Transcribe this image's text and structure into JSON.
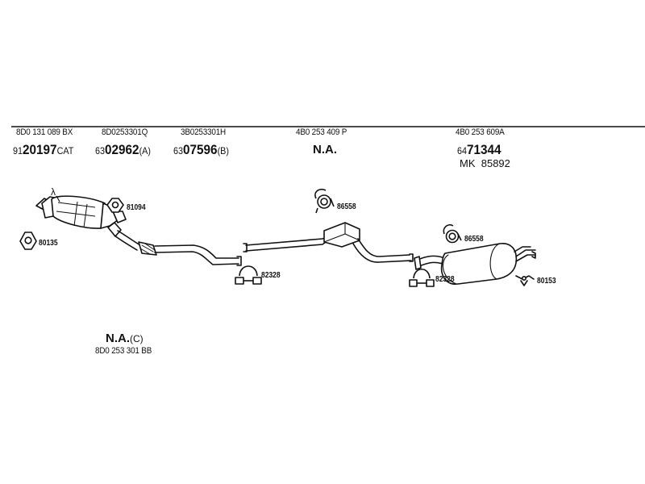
{
  "columns": [
    {
      "oe": "8D0 131 089 BX",
      "prefix": "91",
      "bold": "20197",
      "suffix": "CAT"
    },
    {
      "oe": "8D0253301Q",
      "prefix": "63",
      "bold": "02962",
      "suffix": "(A)"
    },
    {
      "oe": "3B0253301H",
      "prefix": "63",
      "bold": "07596",
      "suffix": "(B)"
    },
    {
      "oe": "4B0 253 409 P",
      "na": "N.A."
    },
    {
      "oe": "4B0 253 609A",
      "prefix": "64",
      "bold": "71344",
      "mk_label": "MK",
      "mk_number": "85892"
    }
  ],
  "bottom_item": {
    "na": "N.A.",
    "suffix": "(C)",
    "oe": "8D0 253 301 BB"
  },
  "parts": {
    "lambda_symbol": "λ",
    "gasket_left": "80135",
    "gasket_top": "81094",
    "clamp_middle": "82328",
    "rubber_mount_mid": "86558",
    "rubber_mount_rear": "86558",
    "clamp_rear": "82328",
    "hanger_rear": "80153"
  }
}
